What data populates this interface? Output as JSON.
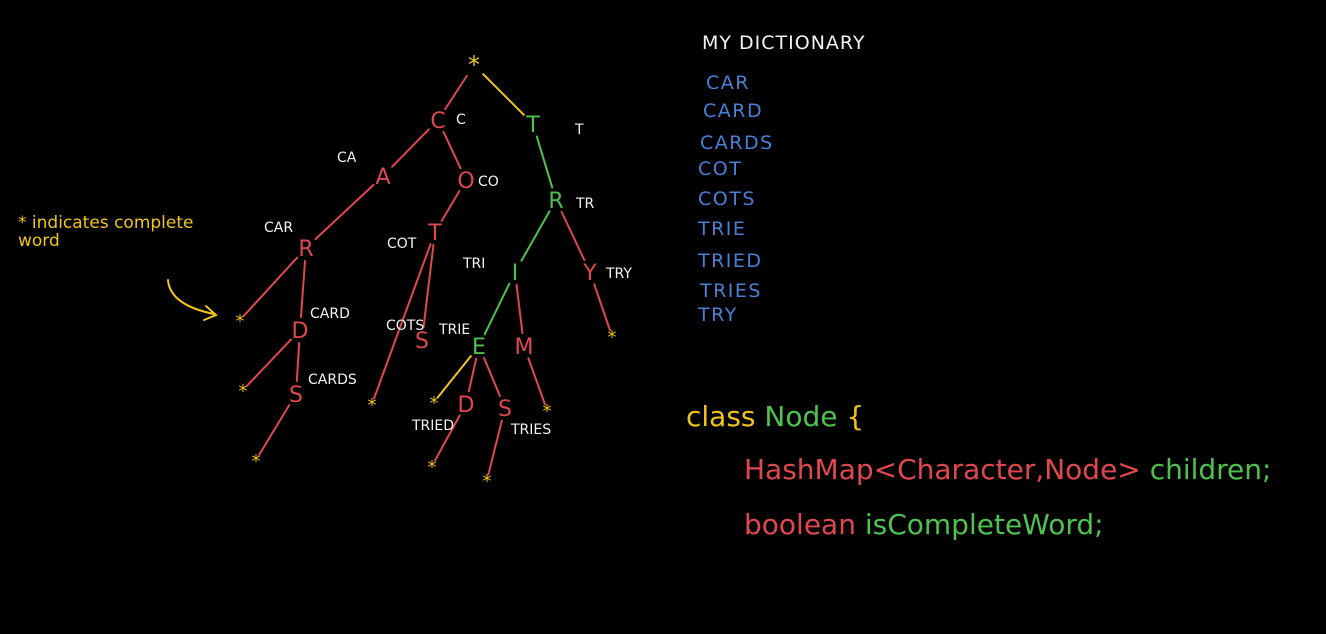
{
  "tree": {
    "nodes": [
      {
        "id": "root",
        "letter": "*",
        "color": "#f0c419",
        "kind": "star"
      },
      {
        "id": "C",
        "letter": "C",
        "color": "#e0484f",
        "prefix": "C"
      },
      {
        "id": "T",
        "letter": "T",
        "color": "#4ec24e",
        "prefix": "T"
      },
      {
        "id": "A",
        "letter": "A",
        "color": "#e0484f",
        "prefix": "CA"
      },
      {
        "id": "O",
        "letter": "O",
        "color": "#e0484f",
        "prefix": "CO"
      },
      {
        "id": "R1",
        "letter": "R",
        "color": "#e0484f",
        "prefix": "CAR"
      },
      {
        "id": "T2",
        "letter": "T",
        "color": "#e0484f",
        "prefix": "COT"
      },
      {
        "id": "R2",
        "letter": "R",
        "color": "#4ec24e",
        "prefix": "TR"
      },
      {
        "id": "I",
        "letter": "I",
        "color": "#4ec24e",
        "prefix": "TRI"
      },
      {
        "id": "Y",
        "letter": "Y",
        "color": "#e0484f",
        "prefix": "TRY"
      },
      {
        "id": "D1",
        "letter": "D",
        "color": "#e0484f",
        "prefix": "CARD"
      },
      {
        "id": "S1",
        "letter": "S",
        "color": "#e0484f",
        "prefix": "CARDS"
      },
      {
        "id": "S2",
        "letter": "S",
        "color": "#e0484f",
        "prefix": "COTS"
      },
      {
        "id": "E",
        "letter": "E",
        "color": "#4ec24e",
        "prefix": "TRIE"
      },
      {
        "id": "M",
        "letter": "M",
        "color": "#e0484f",
        "prefix": ""
      },
      {
        "id": "D2",
        "letter": "D",
        "color": "#e0484f",
        "prefix": "TRIED"
      },
      {
        "id": "S3",
        "letter": "S",
        "color": "#e0484f",
        "prefix": "TRIES"
      }
    ],
    "star_symbol": "*"
  },
  "note": {
    "text": "* indicates complete word"
  },
  "dictionary": {
    "title": "MY DICTIONARY",
    "words": [
      "CAR",
      "CARD",
      "CARDS",
      "COT",
      "COTS",
      "TRIE",
      "TRIED",
      "TRIES",
      "TRY"
    ]
  },
  "code": {
    "line1_keyword": "class",
    "line1_name": "Node",
    "line1_brace": "{",
    "line2_type": "HashMap<Character,Node>",
    "line2_field": "children;",
    "line3_type": "boolean",
    "line3_field": "isCompleteWord;"
  },
  "colors": {
    "background": "#000000",
    "yellow": "#f0c419",
    "red": "#e0484f",
    "green": "#4ec24e",
    "blue": "#4a7fd6",
    "white": "#f2f2f2"
  }
}
